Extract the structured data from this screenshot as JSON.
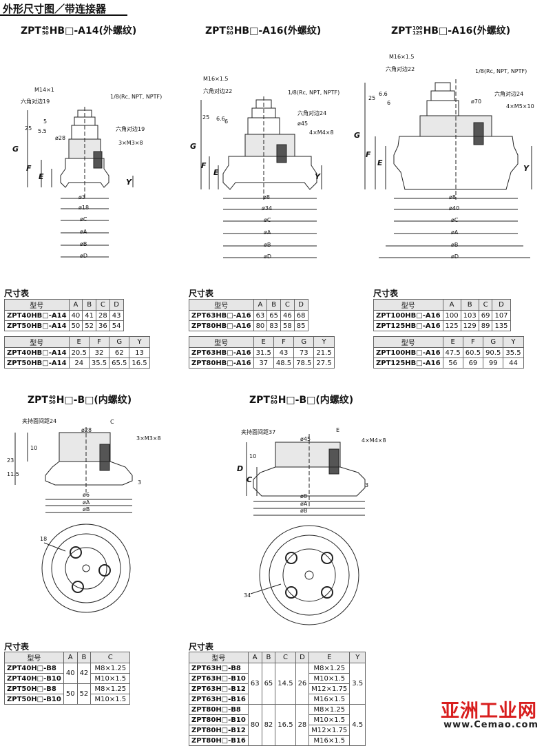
{
  "page": {
    "section_title": "外形尺寸图／带连接器",
    "table_caption": "尺寸表",
    "watermark_cn": "亚洲工业网",
    "watermark_url": "www.Cemao.com"
  },
  "diagrams": [
    {
      "title_prefix": "ZPT",
      "size_top": "40",
      "size_bottom": "50",
      "title_suffix": "HB□-A14(外螺纹)",
      "labels": {
        "thread": "M14×1",
        "hex1": "六角对边19",
        "port": "1/8(Rc, NPT, NPTF)",
        "hex2": "六角对边19",
        "screw": "3×M3×8",
        "d_boss": "ø28",
        "d3": "ø3",
        "d18": "ø18",
        "dC": "øC",
        "dA": "øA",
        "dB": "øB",
        "dD": "øD",
        "h25": "25",
        "h55": "5.5",
        "h5": "5",
        "G": "G",
        "F": "F",
        "E": "E",
        "Y": "Y"
      }
    },
    {
      "title_prefix": "ZPT",
      "size_top": "63",
      "size_bottom": "80",
      "title_suffix": "HB□-A16(外螺纹)",
      "labels": {
        "thread": "M16×1.5",
        "hex1": "六角对边22",
        "port": "1/8(Rc, NPT, NPTF)",
        "hex2": "六角对边24",
        "screw": "4×M4×8",
        "d_boss": "ø45",
        "d3": "ø8",
        "d18": "ø34",
        "dC": "øC",
        "dA": "øA",
        "dB": "øB",
        "dD": "øD",
        "h25": "25",
        "h55": "6.6",
        "h5": "6",
        "G": "G",
        "F": "F",
        "E": "E",
        "Y": "Y"
      }
    },
    {
      "title_prefix": "ZPT",
      "size_top": "100",
      "size_bottom": "125",
      "title_suffix": "HB□-A16(外螺纹)",
      "labels": {
        "thread": "M16×1.5",
        "hex1": "六角对边22",
        "port": "1/8(Rc, NPT, NPTF)",
        "hex2": "六角对边24",
        "screw": "4×M5×10",
        "d_boss": "ø70",
        "d3": "ø8",
        "d18": "ø40",
        "dC": "øC",
        "dA": "øA",
        "dB": "øB",
        "dD": "øD",
        "h25": "25",
        "h55": "6.6",
        "h5": "6",
        "G": "G",
        "F": "F",
        "E": "E",
        "Y": "Y"
      }
    },
    {
      "title_prefix": "ZPT",
      "size_top": "40",
      "size_bottom": "50",
      "title_suffix": "H□-B□(内螺纹)",
      "labels": {
        "clamp": "夹持面间距24",
        "C": "C",
        "d_boss": "ø28",
        "screw": "3×M3×8",
        "h10": "10",
        "h23": "23",
        "h115": "11.5",
        "h3": "3",
        "d6": "ø6",
        "dA": "øA",
        "dB": "øB",
        "pcd": "18"
      }
    },
    {
      "title_prefix": "ZPT",
      "size_top": "63",
      "size_bottom": "80",
      "title_suffix": "H□-B□(内螺纹)",
      "labels": {
        "clamp": "夹持面间距37",
        "E": "E",
        "d_boss": "ø45",
        "screw": "4×M4×8",
        "D": "D",
        "C": "C",
        "h10": "10",
        "h3": "3",
        "d8": "ø8",
        "dA": "øA",
        "dB": "øB",
        "pcd": "34"
      }
    }
  ],
  "tables": {
    "t1": {
      "head1": [
        "型号",
        "A",
        "B",
        "C",
        "D"
      ],
      "rows1": [
        [
          "ZPT40HB□-A14",
          "40",
          "41",
          "28",
          "43"
        ],
        [
          "ZPT50HB□-A14",
          "50",
          "52",
          "36",
          "54"
        ]
      ],
      "head2": [
        "型号",
        "E",
        "F",
        "G",
        "Y"
      ],
      "rows2": [
        [
          "ZPT40HB□-A14",
          "20.5",
          "32",
          "62",
          "13"
        ],
        [
          "ZPT50HB□-A14",
          "24",
          "35.5",
          "65.5",
          "16.5"
        ]
      ]
    },
    "t2": {
      "head1": [
        "型号",
        "A",
        "B",
        "C",
        "D"
      ],
      "rows1": [
        [
          "ZPT63HB□-A16",
          "63",
          "65",
          "46",
          "68"
        ],
        [
          "ZPT80HB□-A16",
          "80",
          "83",
          "58",
          "85"
        ]
      ],
      "head2": [
        "型号",
        "E",
        "F",
        "G",
        "Y"
      ],
      "rows2": [
        [
          "ZPT63HB□-A16",
          "31.5",
          "43",
          "73",
          "21.5"
        ],
        [
          "ZPT80HB□-A16",
          "37",
          "48.5",
          "78.5",
          "27.5"
        ]
      ]
    },
    "t3": {
      "head1": [
        "型号",
        "A",
        "B",
        "C",
        "D"
      ],
      "rows1": [
        [
          "ZPT100HB□-A16",
          "100",
          "103",
          "69",
          "107"
        ],
        [
          "ZPT125HB□-A16",
          "125",
          "129",
          "89",
          "135"
        ]
      ],
      "head2": [
        "型号",
        "E",
        "F",
        "G",
        "Y"
      ],
      "rows2": [
        [
          "ZPT100HB□-A16",
          "47.5",
          "60.5",
          "90.5",
          "35.5"
        ],
        [
          "ZPT125HB□-A16",
          "56",
          "69",
          "99",
          "44"
        ]
      ]
    },
    "t4": {
      "head": [
        "型号",
        "A",
        "B",
        "C"
      ],
      "models": [
        "ZPT40H□-B8",
        "ZPT40H□-B10",
        "ZPT50H□-B8",
        "ZPT50H□-B10"
      ],
      "groups": [
        {
          "A": "40",
          "B": "42"
        },
        {
          "A": "50",
          "B": "52"
        }
      ],
      "C": [
        "M8×1.25",
        "M10×1.5",
        "M8×1.25",
        "M10×1.5"
      ]
    },
    "t5": {
      "head": [
        "型号",
        "A",
        "B",
        "C",
        "D",
        "E",
        "Y"
      ],
      "models": [
        "ZPT63H□-B8",
        "ZPT63H□-B10",
        "ZPT63H□-B12",
        "ZPT63H□-B16",
        "ZPT80H□-B8",
        "ZPT80H□-B10",
        "ZPT80H□-B12",
        "ZPT80H□-B16"
      ],
      "groups": [
        {
          "A": "63",
          "B": "65",
          "C": "14.5",
          "D": "26",
          "Y": "3.5"
        },
        {
          "A": "80",
          "B": "82",
          "C": "16.5",
          "D": "28",
          "Y": "4.5"
        }
      ],
      "E": [
        "M8×1.25",
        "M10×1.5",
        "M12×1.75",
        "M16×1.5",
        "M8×1.25",
        "M10×1.5",
        "M12×1.75",
        "M16×1.5"
      ]
    }
  }
}
